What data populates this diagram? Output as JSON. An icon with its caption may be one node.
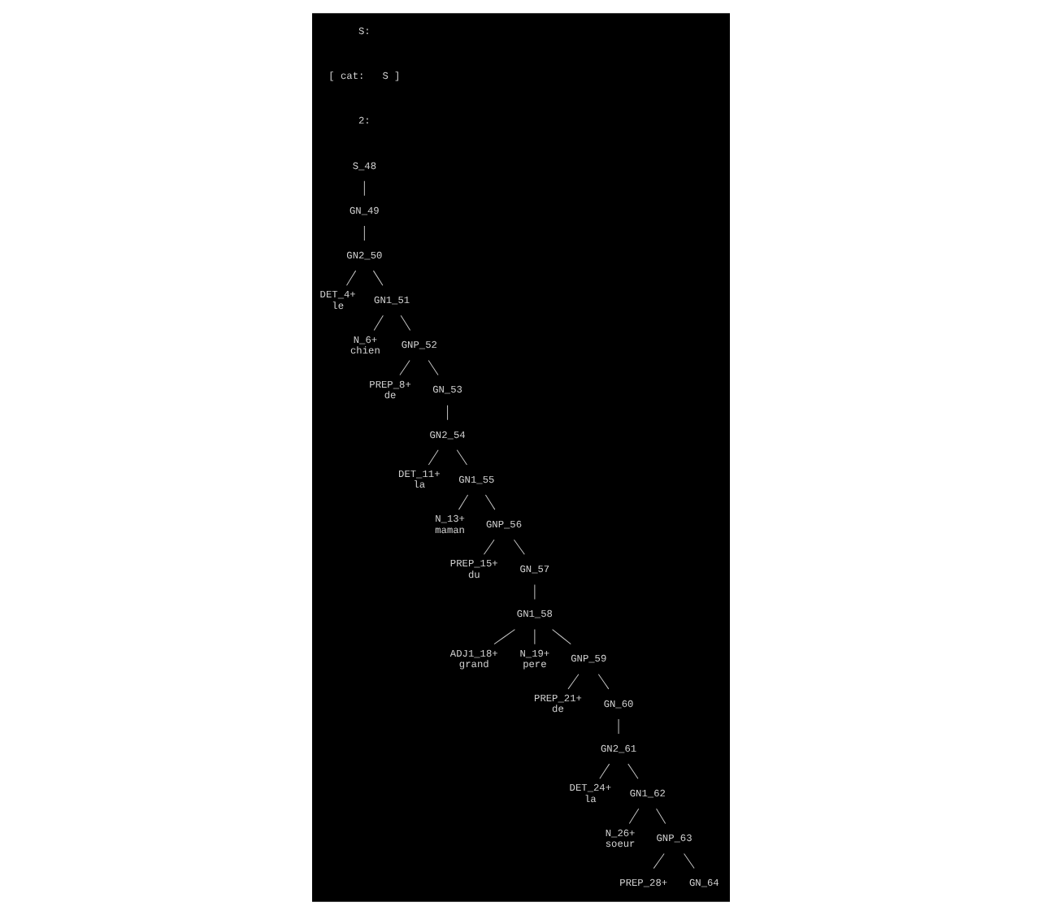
{
  "diagram": {
    "nodes": [
      {
        "text": [
          "S_48"
        ]
      },
      {
        "text": [
          "GN_49"
        ]
      },
      {
        "text": [
          "GN2_50"
        ]
      },
      {
        "text": [
          "DET_4+",
          "le"
        ]
      },
      {
        "text": [
          "GN1_51"
        ]
      },
      {
        "text": [
          "N_6+",
          "chien"
        ]
      },
      {
        "text": [
          "GNP_52"
        ]
      },
      {
        "text": [
          "PREP_8+",
          "de"
        ]
      },
      {
        "text": [
          "GN_53"
        ]
      },
      {
        "text": [
          "GN2_54"
        ]
      },
      {
        "text": [
          "DET_11+",
          "la"
        ]
      },
      {
        "text": [
          "GN1_55"
        ]
      },
      {
        "text": [
          "N_13+",
          "maman"
        ]
      },
      {
        "text": [
          "GNP_56"
        ]
      },
      {
        "text": [
          "PREP_15+",
          "du"
        ]
      },
      {
        "text": [
          "GN_57"
        ]
      },
      {
        "text": [
          "GN1_58"
        ]
      },
      {
        "text": [
          "ADJ1_18+",
          "grand"
        ]
      },
      {
        "text": [
          "N_19+",
          "pere"
        ]
      },
      {
        "text": [
          "GNP_59"
        ]
      },
      {
        "text": [
          "PREP_21+",
          "de"
        ]
      },
      {
        "text": [
          "GN_60"
        ]
      },
      {
        "text": [
          "GN2_61"
        ]
      },
      {
        "text": [
          "DET_24+",
          "la"
        ]
      },
      {
        "text": [
          "GN1_62"
        ]
      },
      {
        "text": [
          "N_26+",
          "soeur"
        ]
      },
      {
        "text": [
          "GNP_63"
        ]
      },
      {
        "text": [
          "PREP_28+"
        ]
      },
      {
        "text": [
          "GN_64"
        ]
      }
    ],
    "edges": [
      {
        "from": 0,
        "to": 1,
        "arrow": "none"
      },
      {
        "from": 1,
        "to": 2,
        "arrow": "none"
      },
      {
        "from": 2,
        "to": 3,
        "arrow": "none"
      },
      {
        "from": 2,
        "to": 4,
        "arrow": "none"
      },
      {
        "from": 4,
        "to": 5,
        "arrow": "none"
      },
      {
        "from": 4,
        "to": 6,
        "arrow": "none"
      },
      {
        "from": 6,
        "to": 7,
        "arrow": "none"
      },
      {
        "from": 6,
        "to": 8,
        "arrow": "none"
      },
      {
        "from": 8,
        "to": 9,
        "arrow": "none"
      },
      {
        "from": 9,
        "to": 10,
        "arrow": "none"
      },
      {
        "from": 9,
        "to": 11,
        "arrow": "none"
      },
      {
        "from": 11,
        "to": 12,
        "arrow": "none"
      },
      {
        "from": 11,
        "to": 13,
        "arrow": "none"
      },
      {
        "from": 13,
        "to": 14,
        "arrow": "none"
      },
      {
        "from": 13,
        "to": 15,
        "arrow": "none"
      },
      {
        "from": 15,
        "to": 16,
        "arrow": "none"
      },
      {
        "from": 16,
        "to": 17,
        "arrow": "none"
      },
      {
        "from": 16,
        "to": 18,
        "arrow": "none"
      },
      {
        "from": 16,
        "to": 19,
        "arrow": "none"
      },
      {
        "from": 19,
        "to": 20,
        "arrow": "none"
      },
      {
        "from": 19,
        "to": 21,
        "arrow": "none"
      },
      {
        "from": 21,
        "to": 22,
        "arrow": "none"
      },
      {
        "from": 22,
        "to": 23,
        "arrow": "none"
      },
      {
        "from": 22,
        "to": 24,
        "arrow": "none"
      },
      {
        "from": 24,
        "to": 25,
        "arrow": "none"
      },
      {
        "from": 24,
        "to": 26,
        "arrow": "none"
      },
      {
        "from": 26,
        "to": 27,
        "arrow": "none"
      },
      {
        "from": 26,
        "to": 28,
        "arrow": "none"
      }
    ],
    "labels": [
      "S:",
      "[ cat:   S ]",
      "2:"
    ]
  }
}
